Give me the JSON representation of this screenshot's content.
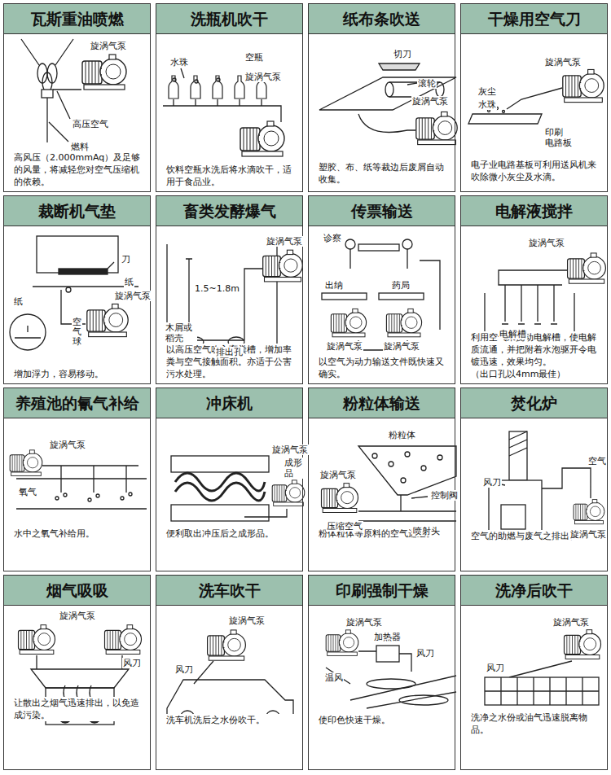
{
  "diagram": {
    "nodes": [
      {
        "text": [
          "瓦斯重油喷燃",
          "高风压（2.000mmAq）及足够的风量，将减轻您对空气压缩机的依赖。"
        ]
      },
      {
        "text": [
          "洗瓶机吹干",
          "饮料空瓶水洗后将水滴吹干，适用于食品业。"
        ]
      },
      {
        "text": [
          "纸布条吹送",
          "塑胶、布、纸等裁边后废屑自动收集。"
        ]
      },
      {
        "text": [
          "干燥用空气刀",
          "电子业电路基板可利用送风机来吹除微小灰尘及水滴。"
        ]
      },
      {
        "text": [
          "裁断机气垫",
          "增加浮力，容易移动。"
        ]
      },
      {
        "text": [
          "畜类发酵爆气",
          "以高压空气吹入畜粪槽，增加率粪与空气接触面积。亦适于公害污水处理。"
        ]
      },
      {
        "text": [
          "传票输送",
          "以空气为动力输送文件既快速又确实。"
        ]
      },
      {
        "text": [
          "电解液搅拌",
          "利用空气来搅动电解槽，使电解质流通，并把附着水泡驱开令电镀迅速，效果均匀。",
          "（出口孔以4mm最佳）"
        ]
      },
      {
        "text": [
          "养殖池的氰气补给",
          "水中之氧气补给用。"
        ]
      },
      {
        "text": [
          "冲床机",
          "便利取出冲压后之成形品。"
        ]
      },
      {
        "text": [
          "粉粒体输送",
          "粉体粒体等原料的空气运送。"
        ]
      },
      {
        "text": [
          "焚化炉",
          "空气的助燃与废气之排出。"
        ]
      },
      {
        "text": [
          "烟气吸吸",
          "让散出之烟气迅速排出，以免造成污染。"
        ]
      },
      {
        "text": [
          "洗车吹干",
          "洗车机洗后之水份吹干。"
        ]
      },
      {
        "text": [
          "印刷强制干燥",
          "使印色快速干燥。"
        ]
      },
      {
        "text": [
          "洗净后吹干",
          "洗净之水份或油气迅速脱离物品。"
        ]
      }
    ],
    "labels": [
      "旋涡气泵",
      "高压空气",
      "燃料",
      "水珠",
      "空瓶",
      "旋涡气泵",
      "切刀",
      "滚轮",
      "旋涡气泵",
      "旋涡气泵",
      "灰尘",
      "水珠",
      "印刷 电路板",
      "刀",
      "纸",
      "旋涡气泵",
      "纸",
      "空气球",
      "旋涡气泵",
      "1.5~1.8m",
      "木屑或 稻壳",
      "排出孔",
      "诊察",
      "出纳",
      "药局",
      "旋涡气泵",
      "旋涡气泵",
      "旋涡气泵",
      "电解槽",
      "旋涡气泵",
      "氧气",
      "旋涡气泵",
      "成形品",
      "粉粒体",
      "旋涡气泵",
      "控制阀",
      "压缩空气",
      "喷射头",
      "空气",
      "风刀",
      "旋涡气泵",
      "旋涡气泵",
      "风刀",
      "旋涡气泵",
      "风刀",
      "旋涡气泵",
      "加热器",
      "风刀",
      "温风",
      "旋涡气泵",
      "风刀"
    ]
  }
}
